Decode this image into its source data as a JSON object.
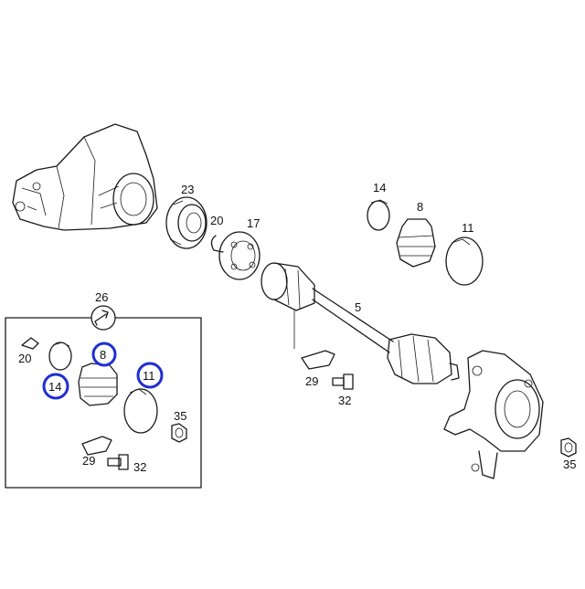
{
  "parts": {
    "p23": "23",
    "p20a": "20",
    "p17": "17",
    "p14a": "14",
    "p8a": "8",
    "p11a": "11",
    "p5": "5",
    "p29a": "29",
    "p32a": "32",
    "p35a": "35",
    "p26": "26",
    "p20b": "20",
    "p8b": "8",
    "p14b": "14",
    "p11b": "11",
    "p35b": "35",
    "p29b": "29",
    "p32b": "32"
  },
  "highlighted": [
    "8",
    "14",
    "11"
  ],
  "colors": {
    "highlight": "#1f2fd0",
    "line": "#1a1a1a",
    "background": "#ffffff"
  }
}
